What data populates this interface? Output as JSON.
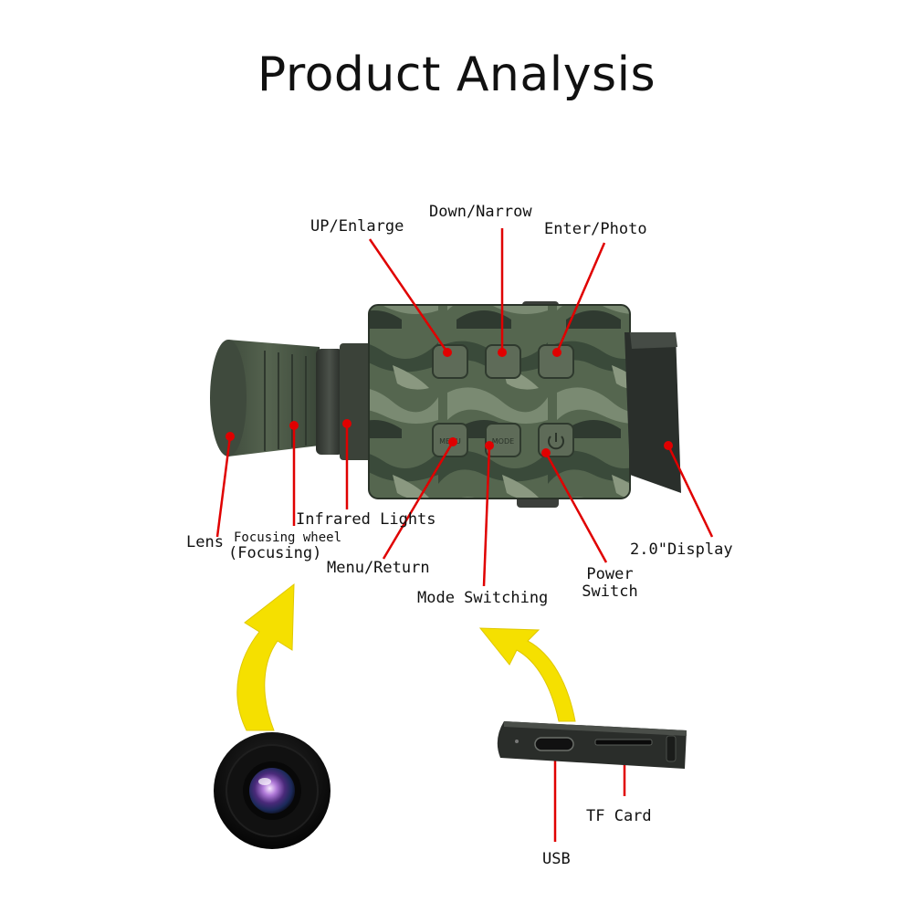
{
  "title": "Product Analysis",
  "labels": {
    "up": "UP/Enlarge",
    "down": "Down/Narrow",
    "enter": "Enter/Photo",
    "lens": "Lens",
    "focus_line1": "Focusing wheel",
    "focus_line2": "(Focusing)",
    "infrared": "Infrared Lights",
    "menu": "Menu/Return",
    "mode": "Mode Switching",
    "power_line1": "Power",
    "power_line2": "Switch",
    "display": "2.0\"Display",
    "usb": "USB",
    "tf": "TF Card"
  },
  "buttons": {
    "menu_text": "MENU",
    "mode_text": "MODE"
  },
  "colors": {
    "callout": "#e00000",
    "arrow": "#f5e000",
    "body": "#4a5a48",
    "camo_light": "#6f7f6a",
    "camo_dark": "#2e3a30"
  }
}
